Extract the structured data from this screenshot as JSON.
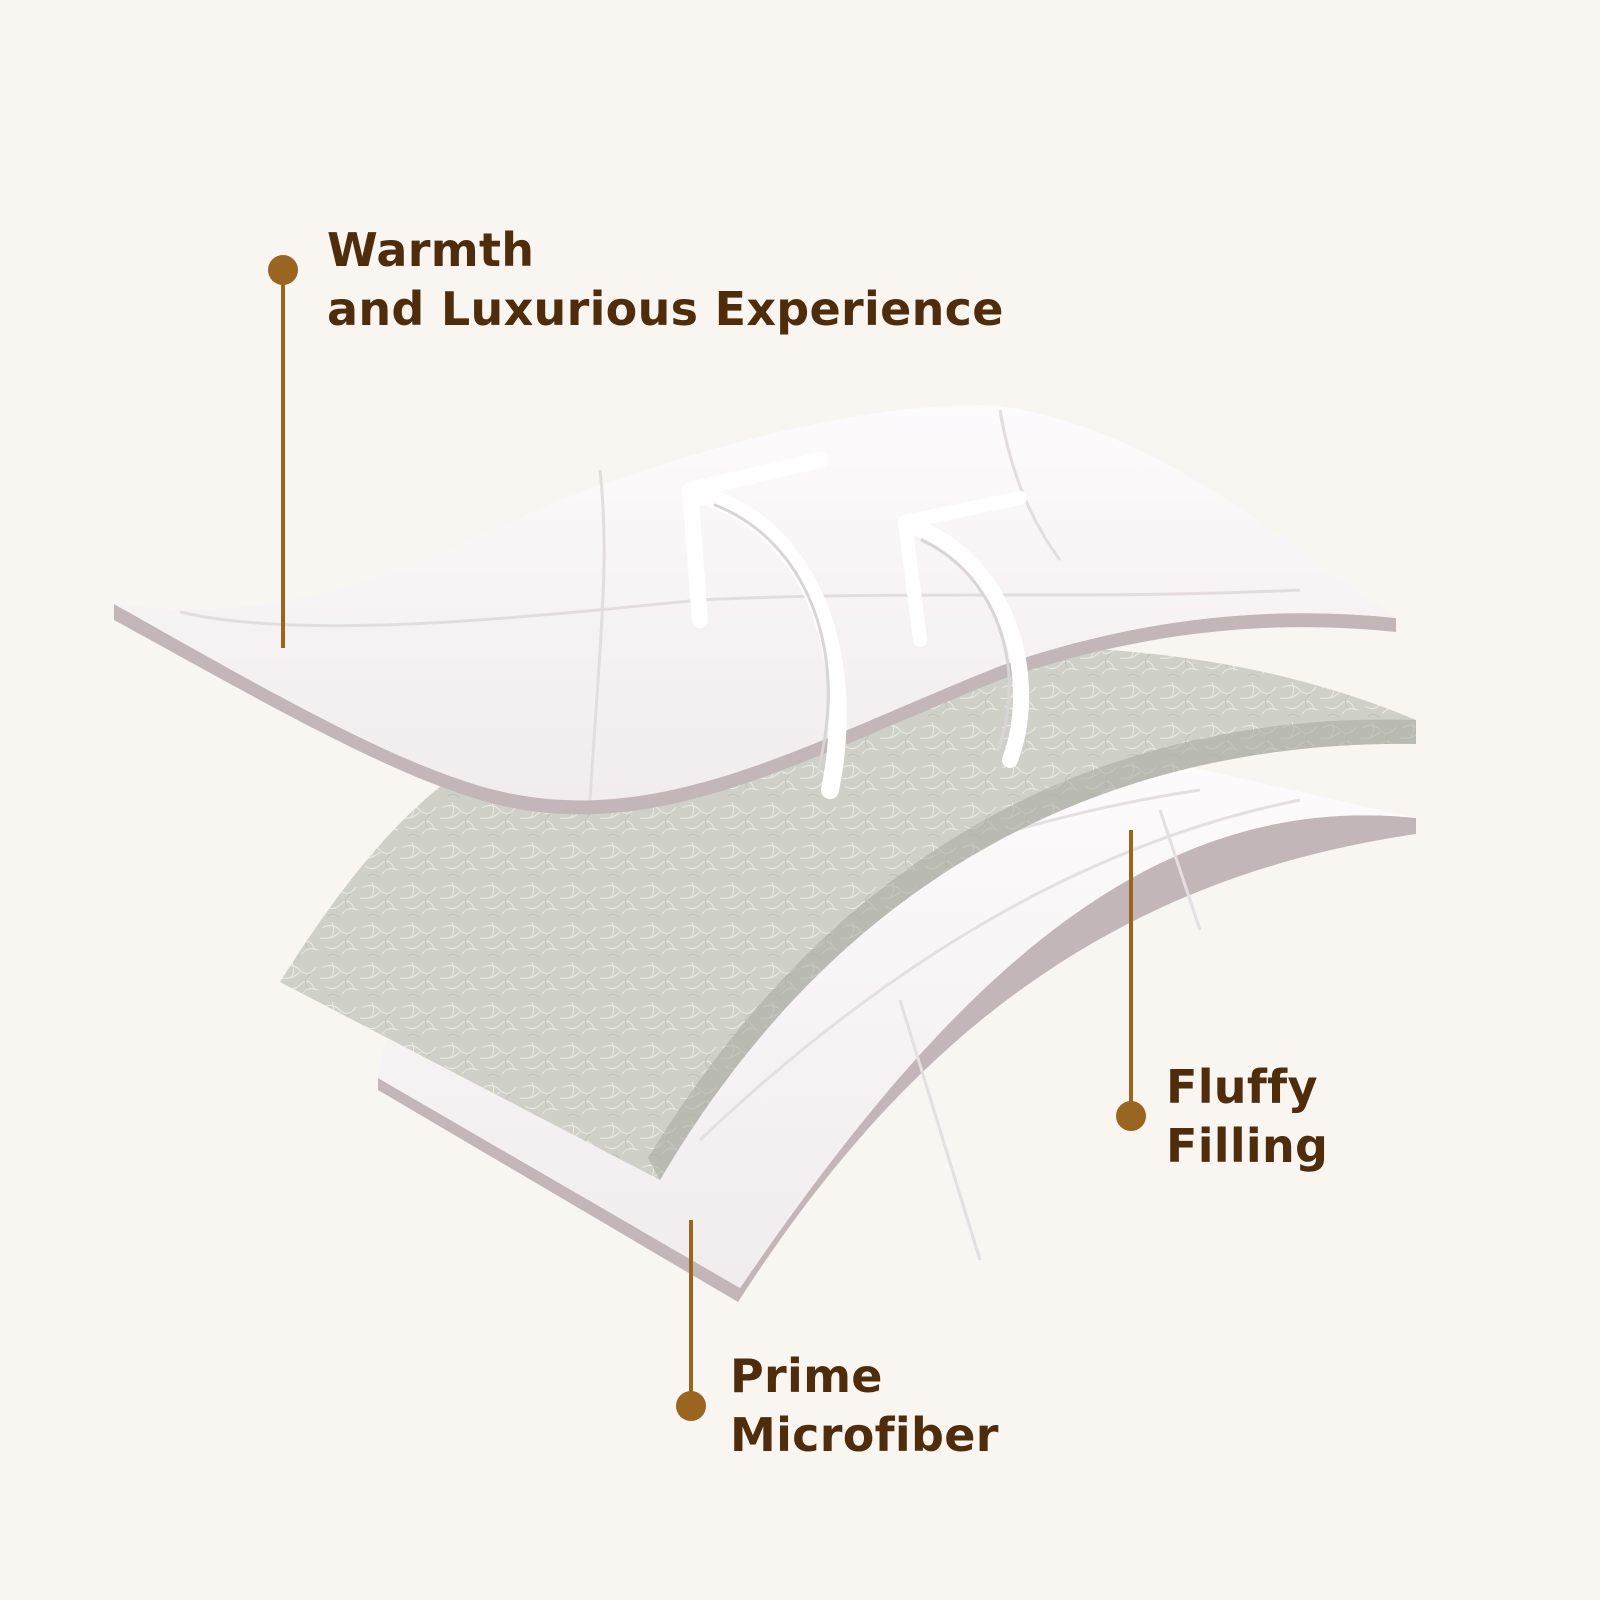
{
  "colors": {
    "background": "#f9f5f0",
    "label_text": "#4f2d0c",
    "callout_line": "#9a6421",
    "fabric": "#fbf8f9",
    "fabric_edge": "#c3b6b9",
    "filling": "#cfd0c8"
  },
  "labels": {
    "warmth": {
      "line1": "Warmth",
      "line2": "and Luxurious Experience"
    },
    "filling": {
      "line1": "Fluffy",
      "line2": "Filling"
    },
    "microfiber": {
      "line1": "Prime",
      "line2": "Microfiber"
    }
  },
  "icons": [
    "warmth-arrows-icon"
  ]
}
